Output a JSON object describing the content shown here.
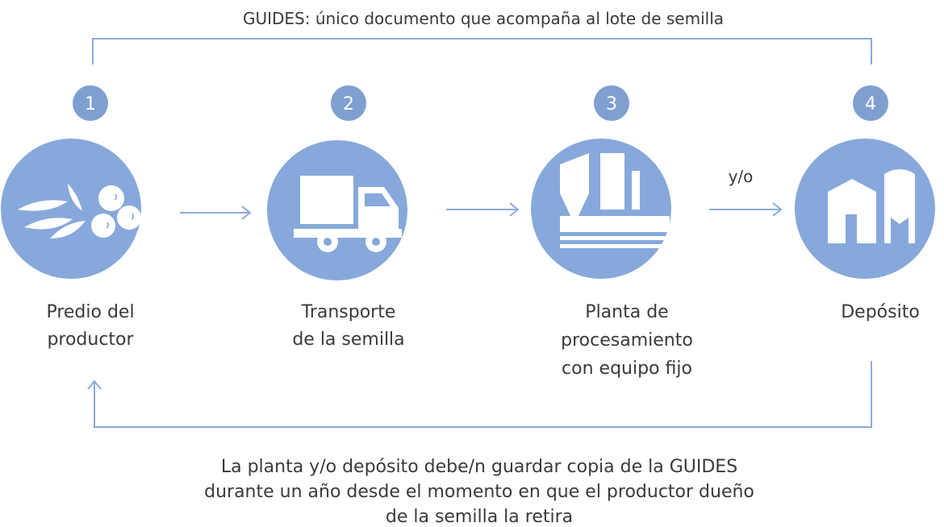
{
  "top_note": "GUIDES: único documento que acompaña al lote de semilla",
  "connector_label": "y/o",
  "bottom_note": [
    "La planta y/o depósito debe/n guardar copia de la GUIDES",
    "durante un año desde el momento en que el productor dueño",
    "de la semilla la retira"
  ],
  "steps": [
    {
      "number": "1",
      "icon": "seeds-leaves-icon",
      "label": [
        "Predio del",
        "productor"
      ]
    },
    {
      "number": "2",
      "icon": "truck-icon",
      "label": [
        "Transporte",
        "de la semilla"
      ]
    },
    {
      "number": "3",
      "icon": "processing-plant-icon",
      "label": [
        "Planta de",
        "procesamiento",
        "con equipo fijo"
      ]
    },
    {
      "number": "4",
      "icon": "warehouse-silo-icon",
      "label": [
        "Depósito"
      ]
    }
  ],
  "colors": {
    "accent": "#87a8da",
    "badge": "#7f9fd1",
    "line": "#8cabd9",
    "text": "#3a3a3a"
  }
}
